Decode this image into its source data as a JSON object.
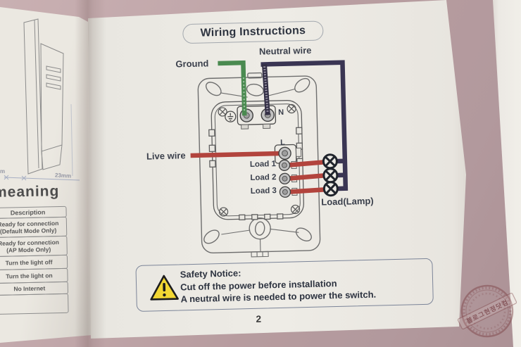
{
  "page": {
    "title": "Wiring Instructions",
    "page_number": "2"
  },
  "diagram": {
    "labels": {
      "ground": "Ground",
      "neutral": "Neutral wire",
      "live": "Live wire",
      "terminal_n": "N",
      "terminal_l": "L",
      "load1": "Load 1",
      "load2": "Load 2",
      "load3": "Load 3",
      "load_lamp": "Load(Lamp)"
    },
    "wire_colors": {
      "ground": "#4a8a50",
      "neutral": "#3a3553",
      "live": "#b2443d"
    }
  },
  "safety": {
    "title": "Safety Notice:",
    "line1": "Cut off the power before installation",
    "line2": "A neutral wire is needed to power the switch."
  },
  "left_page": {
    "heading": "meaning",
    "dimension_label": "23mm",
    "dimension_fragment": "m",
    "table": {
      "header": "Description",
      "rows": [
        {
          "line1": "Ready for connection",
          "line2": "(Default Mode Only)"
        },
        {
          "line1": "Ready for connection",
          "line2": "(AP Mode Only)"
        },
        {
          "line1": "Turn the light off",
          "line2": ""
        },
        {
          "line1": "Turn the light on",
          "line2": ""
        },
        {
          "line1": "No Internet",
          "line2": ""
        },
        {
          "line1": "",
          "line2": ""
        }
      ]
    }
  },
  "watermark": {
    "text": "블로그현정닷컴",
    "color": "#7a3e42"
  }
}
